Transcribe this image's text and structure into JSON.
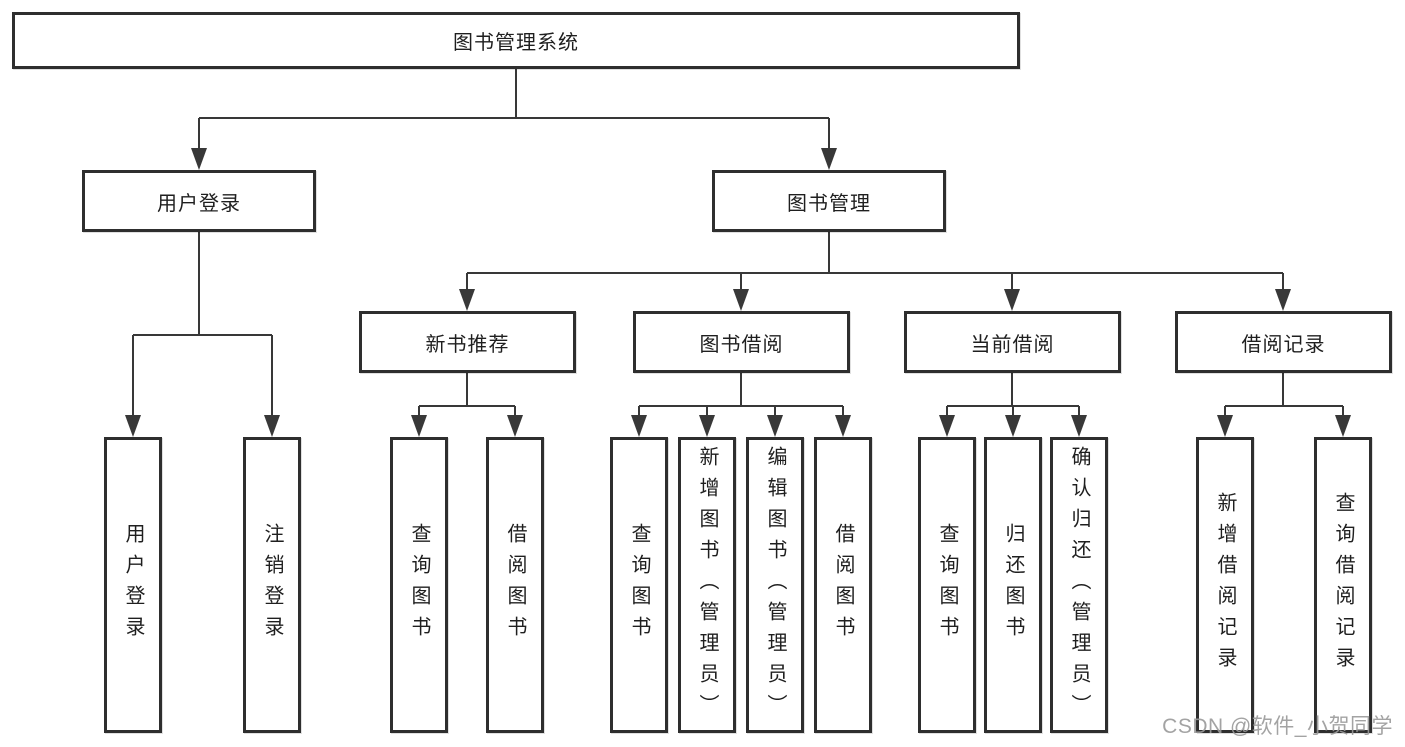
{
  "tree": {
    "root": {
      "label": "图书管理系统"
    },
    "branches": [
      {
        "label": "用户登录",
        "leaves": [
          {
            "label": "用户登录"
          },
          {
            "label": "注销登录"
          }
        ]
      },
      {
        "label": "图书管理",
        "sections": [
          {
            "label": "新书推荐",
            "leaves": [
              {
                "label": "查询图书"
              },
              {
                "label": "借阅图书"
              }
            ]
          },
          {
            "label": "图书借阅",
            "leaves": [
              {
                "label": "查询图书"
              },
              {
                "label": "新增图书（管理员）"
              },
              {
                "label": "编辑图书（管理员）"
              },
              {
                "label": "借阅图书"
              }
            ]
          },
          {
            "label": "当前借阅",
            "leaves": [
              {
                "label": "查询图书"
              },
              {
                "label": "归还图书"
              },
              {
                "label": "确认归还（管理员）"
              }
            ]
          },
          {
            "label": "借阅记录",
            "leaves": [
              {
                "label": "新增借阅记录"
              },
              {
                "label": "查询借阅记录"
              }
            ]
          }
        ]
      }
    ]
  },
  "watermark": {
    "text": "CSDN @软件_小贺同学"
  },
  "colors": {
    "line": "#383838",
    "border": "#2e2e2e",
    "text": "#1f1f1f",
    "background": "#ffffff",
    "watermark": "#9a9a9a"
  }
}
